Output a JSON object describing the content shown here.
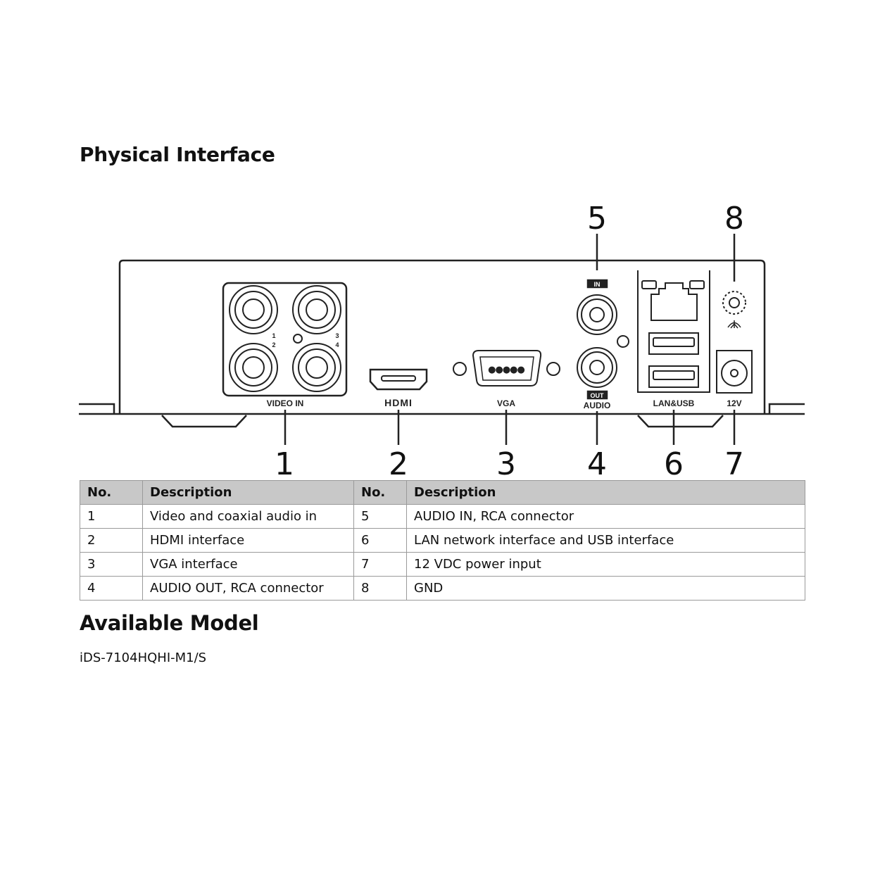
{
  "headings": {
    "physical": "Physical Interface",
    "model": "Available Model"
  },
  "model_name": "iDS-7104HQHI-M1/S",
  "diagram": {
    "labels": {
      "video_in": "VIDEO IN",
      "hdmi": "HDMI",
      "vga": "VGA",
      "audio": "AUDIO",
      "audio_in": "IN",
      "audio_out": "OUT",
      "lan_usb": "LAN&USB",
      "power": "12V",
      "bnc": [
        "1",
        "2",
        "3",
        "4"
      ]
    },
    "callouts": [
      "1",
      "2",
      "3",
      "4",
      "5",
      "6",
      "7",
      "8"
    ]
  },
  "table": {
    "headers": [
      "No.",
      "Description",
      "No.",
      "Description"
    ],
    "rows": [
      [
        "1",
        "Video and coaxial audio in",
        "5",
        "AUDIO IN, RCA connector"
      ],
      [
        "2",
        "HDMI interface",
        "6",
        "LAN network interface and USB interface"
      ],
      [
        "3",
        "VGA interface",
        "7",
        "12 VDC power input"
      ],
      [
        "4",
        "AUDIO OUT, RCA connector",
        "8",
        "GND"
      ]
    ]
  }
}
